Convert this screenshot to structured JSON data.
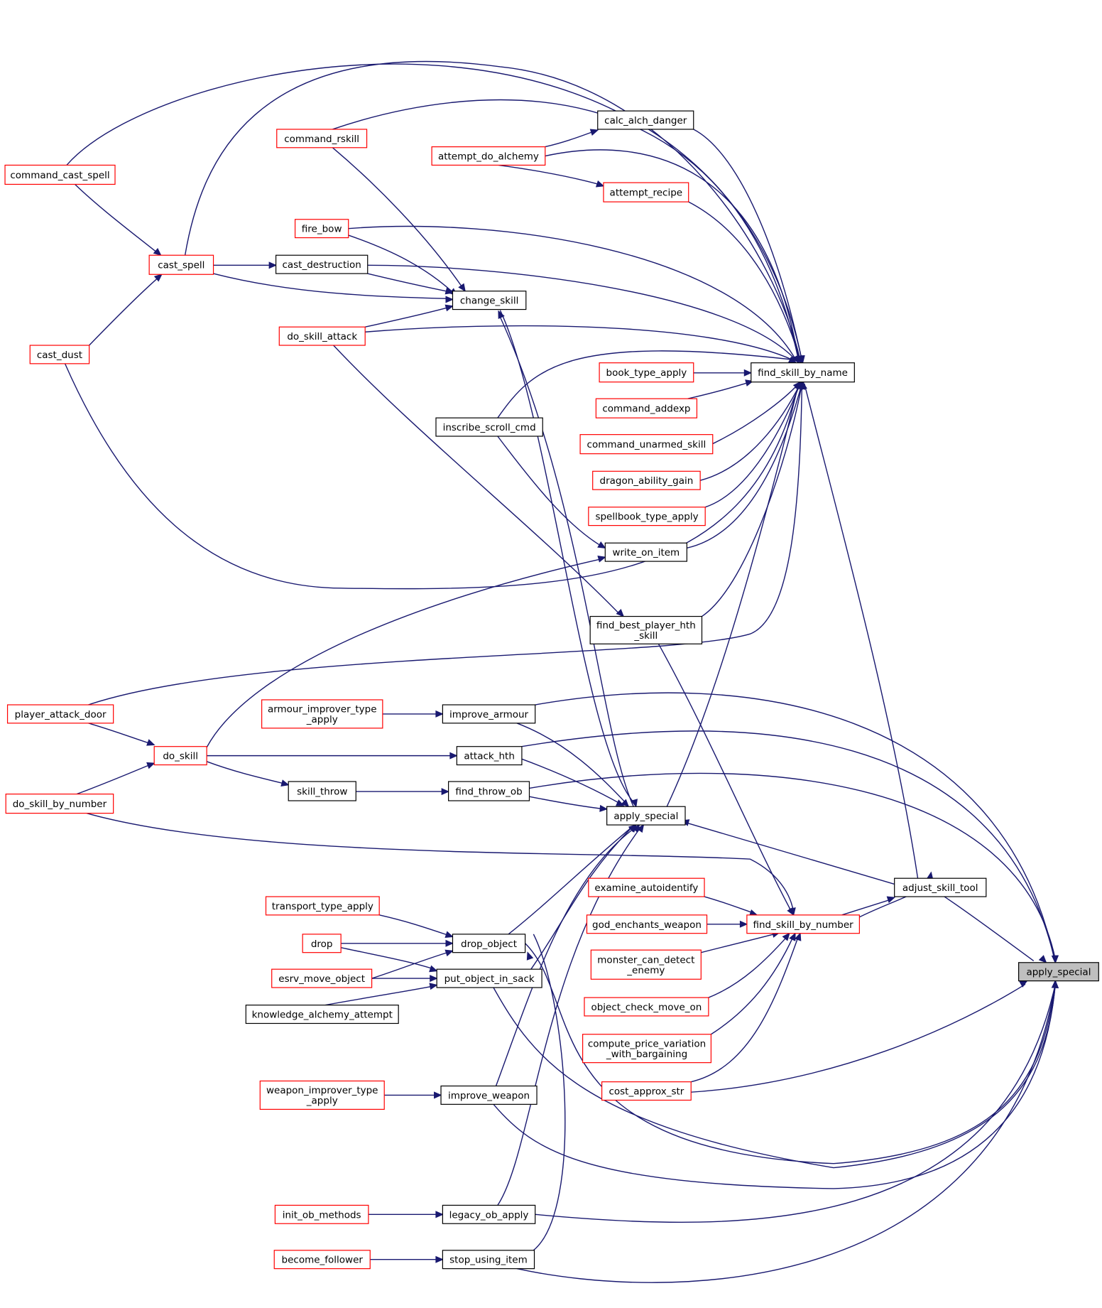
{
  "graph": {
    "edge_color": "#191970",
    "link_color": "#ff0000",
    "plain_color": "#000000",
    "selected_fill": "#bfbfbf",
    "nodes": [
      {
        "id": "apply_special",
        "lines": [
          "apply_special"
        ],
        "style": "selected"
      },
      {
        "id": "adjust_skill_tool",
        "lines": [
          "adjust_skill_tool"
        ],
        "style": "plain"
      },
      {
        "id": "find_skill_by_name",
        "lines": [
          "find_skill_by_name"
        ],
        "style": "plain"
      },
      {
        "id": "find_skill_by_number",
        "lines": [
          "find_skill_by_number"
        ],
        "style": "link"
      },
      {
        "id": "calc_alch_danger",
        "lines": [
          "calc_alch_danger"
        ],
        "style": "plain"
      },
      {
        "id": "attempt_do_alchemy",
        "lines": [
          "attempt_do_alchemy"
        ],
        "style": "link"
      },
      {
        "id": "attempt_recipe",
        "lines": [
          "attempt_recipe"
        ],
        "style": "link"
      },
      {
        "id": "command_rskill",
        "lines": [
          "command_rskill"
        ],
        "style": "link"
      },
      {
        "id": "command_cast_spell",
        "lines": [
          "command_cast_spell"
        ],
        "style": "link"
      },
      {
        "id": "cast_spell",
        "lines": [
          "cast_spell"
        ],
        "style": "link"
      },
      {
        "id": "fire_bow",
        "lines": [
          "fire_bow"
        ],
        "style": "link"
      },
      {
        "id": "cast_destruction",
        "lines": [
          "cast_destruction"
        ],
        "style": "plain"
      },
      {
        "id": "change_skill",
        "lines": [
          "change_skill"
        ],
        "style": "plain"
      },
      {
        "id": "do_skill_attack",
        "lines": [
          "do_skill_attack"
        ],
        "style": "link"
      },
      {
        "id": "cast_dust",
        "lines": [
          "cast_dust"
        ],
        "style": "link"
      },
      {
        "id": "book_type_apply",
        "lines": [
          "book_type_apply"
        ],
        "style": "link"
      },
      {
        "id": "command_addexp",
        "lines": [
          "command_addexp"
        ],
        "style": "link"
      },
      {
        "id": "inscribe_scroll_cmd",
        "lines": [
          "inscribe_scroll_cmd"
        ],
        "style": "plain"
      },
      {
        "id": "command_unarmed_skill",
        "lines": [
          "command_unarmed_skill"
        ],
        "style": "link"
      },
      {
        "id": "dragon_ability_gain",
        "lines": [
          "dragon_ability_gain"
        ],
        "style": "link"
      },
      {
        "id": "spellbook_type_apply",
        "lines": [
          "spellbook_type_apply"
        ],
        "style": "link"
      },
      {
        "id": "write_on_item",
        "lines": [
          "write_on_item"
        ],
        "style": "plain"
      },
      {
        "id": "find_best_player_hth_skill",
        "lines": [
          "find_best_player_hth",
          "_skill"
        ],
        "style": "plain"
      },
      {
        "id": "player_attack_door",
        "lines": [
          "player_attack_door"
        ],
        "style": "link"
      },
      {
        "id": "armour_improver_type_apply",
        "lines": [
          "armour_improver_type",
          "_apply"
        ],
        "style": "link"
      },
      {
        "id": "improve_armour",
        "lines": [
          "improve_armour"
        ],
        "style": "plain"
      },
      {
        "id": "do_skill",
        "lines": [
          "do_skill"
        ],
        "style": "link"
      },
      {
        "id": "attack_hth",
        "lines": [
          "attack_hth"
        ],
        "style": "plain"
      },
      {
        "id": "skill_throw",
        "lines": [
          "skill_throw"
        ],
        "style": "plain"
      },
      {
        "id": "find_throw_ob",
        "lines": [
          "find_throw_ob"
        ],
        "style": "plain"
      },
      {
        "id": "do_skill_by_number",
        "lines": [
          "do_skill_by_number"
        ],
        "style": "link"
      },
      {
        "id": "apply_special_mid",
        "lines": [
          "apply_special"
        ],
        "style": "plain"
      },
      {
        "id": "examine_autoidentify",
        "lines": [
          "examine_autoidentify"
        ],
        "style": "link"
      },
      {
        "id": "god_enchants_weapon",
        "lines": [
          "god_enchants_weapon"
        ],
        "style": "link"
      },
      {
        "id": "monster_can_detect_enemy",
        "lines": [
          "monster_can_detect",
          "_enemy"
        ],
        "style": "link"
      },
      {
        "id": "object_check_move_on",
        "lines": [
          "object_check_move_on"
        ],
        "style": "link"
      },
      {
        "id": "compute_price_variation_with_bargaining",
        "lines": [
          "compute_price_variation",
          "_with_bargaining"
        ],
        "style": "link"
      },
      {
        "id": "cost_approx_str",
        "lines": [
          "cost_approx_str"
        ],
        "style": "link"
      },
      {
        "id": "transport_type_apply",
        "lines": [
          "transport_type_apply"
        ],
        "style": "link"
      },
      {
        "id": "drop",
        "lines": [
          "drop"
        ],
        "style": "link"
      },
      {
        "id": "drop_object",
        "lines": [
          "drop_object"
        ],
        "style": "plain"
      },
      {
        "id": "esrv_move_object",
        "lines": [
          "esrv_move_object"
        ],
        "style": "link"
      },
      {
        "id": "put_object_in_sack",
        "lines": [
          "put_object_in_sack"
        ],
        "style": "plain"
      },
      {
        "id": "knowledge_alchemy_attempt",
        "lines": [
          "knowledge_alchemy_attempt"
        ],
        "style": "plain"
      },
      {
        "id": "weapon_improver_type_apply",
        "lines": [
          "weapon_improver_type",
          "_apply"
        ],
        "style": "link"
      },
      {
        "id": "improve_weapon",
        "lines": [
          "improve_weapon"
        ],
        "style": "plain"
      },
      {
        "id": "init_ob_methods",
        "lines": [
          "init_ob_methods"
        ],
        "style": "link"
      },
      {
        "id": "legacy_ob_apply",
        "lines": [
          "legacy_ob_apply"
        ],
        "style": "plain"
      },
      {
        "id": "become_follower",
        "lines": [
          "become_follower"
        ],
        "style": "link"
      },
      {
        "id": "stop_using_item",
        "lines": [
          "stop_using_item"
        ],
        "style": "plain"
      }
    ]
  }
}
